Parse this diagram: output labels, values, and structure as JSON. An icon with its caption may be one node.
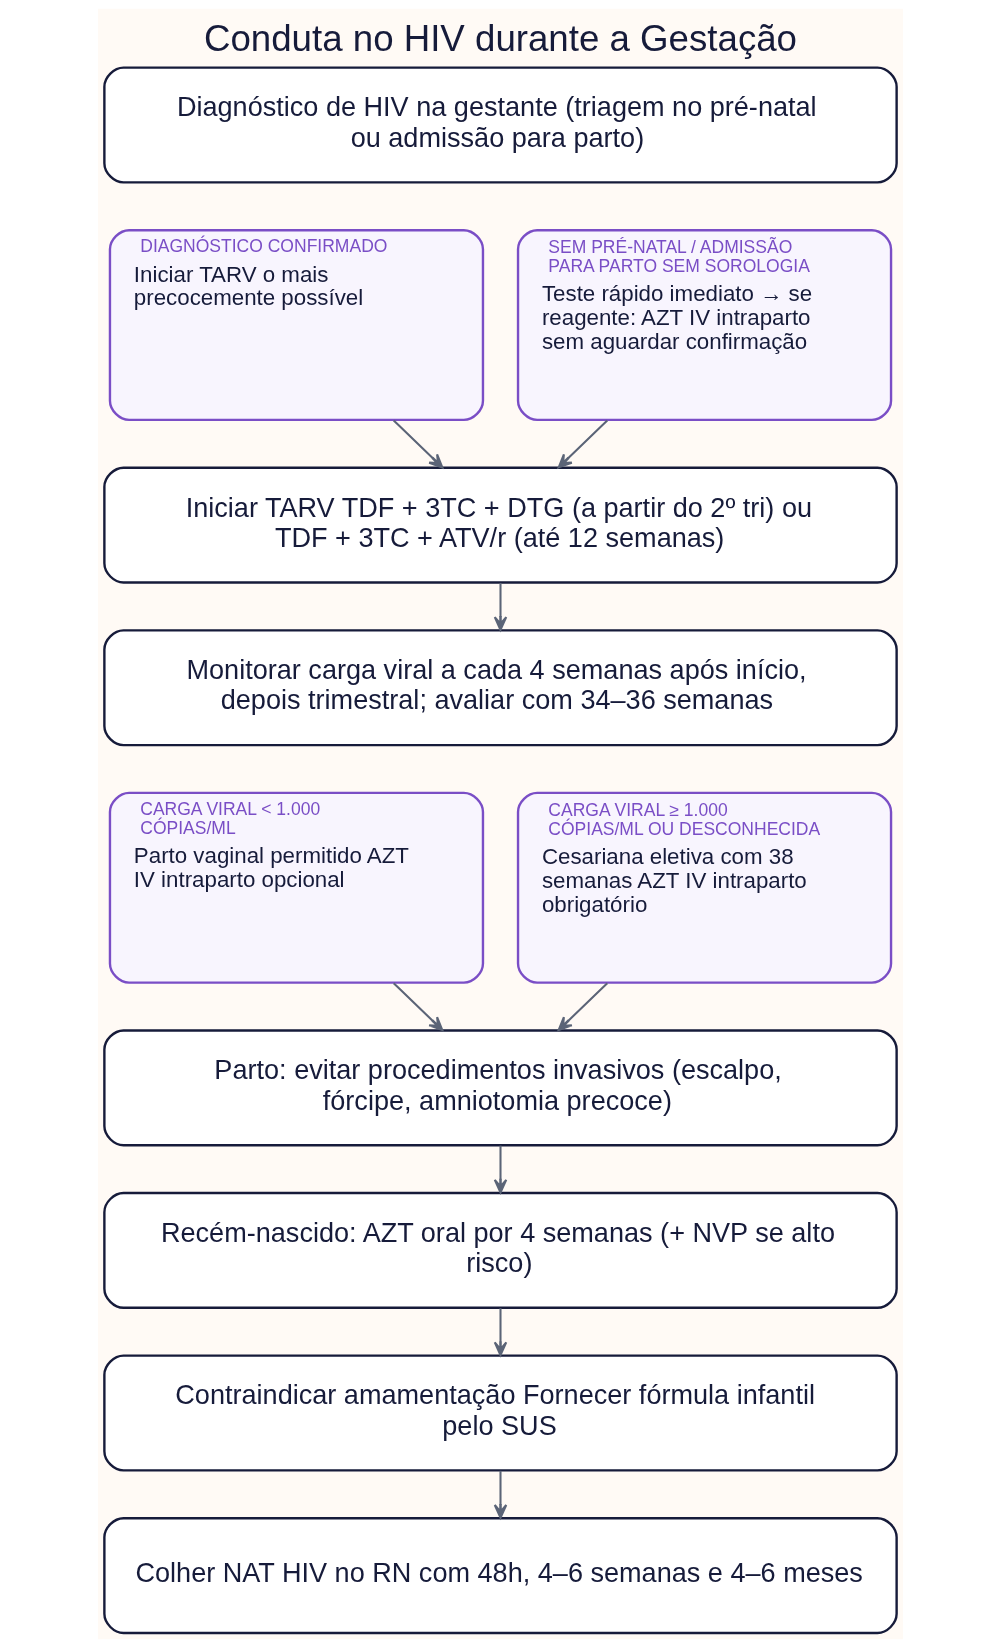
{
  "diagram": {
    "title": "Conduta no HIV durante a Gestação",
    "nodes": [
      {
        "text": [
          "Diagnóstico de HIV na gestante (triagem no pré-natal ou admissão para parto)"
        ]
      },
      {
        "text": [
          "DIAGNÓSTICO CONFIRMADO",
          "Iniciar TARV o mais precocemente possível"
        ]
      },
      {
        "text": [
          "SEM PRÉ-NATAL / ADMISSÃO PARA PARTO SEM SOROLOGIA",
          "Teste rápido imediato → se reagente: AZT IV intraparto sem aguardar confirmação"
        ]
      },
      {
        "text": [
          "Iniciar TARV TDF + 3TC + DTG (a partir do 2º tri) ou TDF + 3TC + ATV/r (até 12 semanas)"
        ]
      },
      {
        "text": [
          "Monitorar carga viral a cada 4 semanas após início, depois trimestral; avaliar com 34–36 semanas"
        ]
      },
      {
        "text": [
          "CARGA VIRAL < 1.000 CÓPIAS/ML",
          "Parto vaginal permitido AZT IV intraparto opcional"
        ]
      },
      {
        "text": [
          "CARGA VIRAL ≥ 1.000 CÓPIAS/ML OU DESCONHECIDA",
          "Cesariana eletiva com 38 semanas AZT IV intraparto obrigatório"
        ]
      },
      {
        "text": [
          "Parto: evitar procedimentos invasivos (escalpo, fórcipe, amniotomia precoce)"
        ]
      },
      {
        "text": [
          "Recém-nascido: AZT oral por 4 semanas (+ NVP se alto risco)"
        ]
      },
      {
        "text": [
          "Contraindicar amamentação Fornecer fórmula infantil pelo SUS"
        ]
      },
      {
        "text": [
          "Colher NAT HIV no RN com 48h, 4–6 semanas e 4–6 meses"
        ]
      }
    ],
    "edges": [
      {
        "from": 1,
        "to": 3,
        "arrow": "to"
      },
      {
        "from": 2,
        "to": 3,
        "arrow": "to"
      },
      {
        "from": 3,
        "to": 4,
        "arrow": "to"
      },
      {
        "from": 5,
        "to": 7,
        "arrow": "to"
      },
      {
        "from": 6,
        "to": 7,
        "arrow": "to"
      },
      {
        "from": 7,
        "to": 8,
        "arrow": "to"
      },
      {
        "from": 8,
        "to": 9,
        "arrow": "to"
      },
      {
        "from": 9,
        "to": 10,
        "arrow": "to"
      }
    ]
  }
}
